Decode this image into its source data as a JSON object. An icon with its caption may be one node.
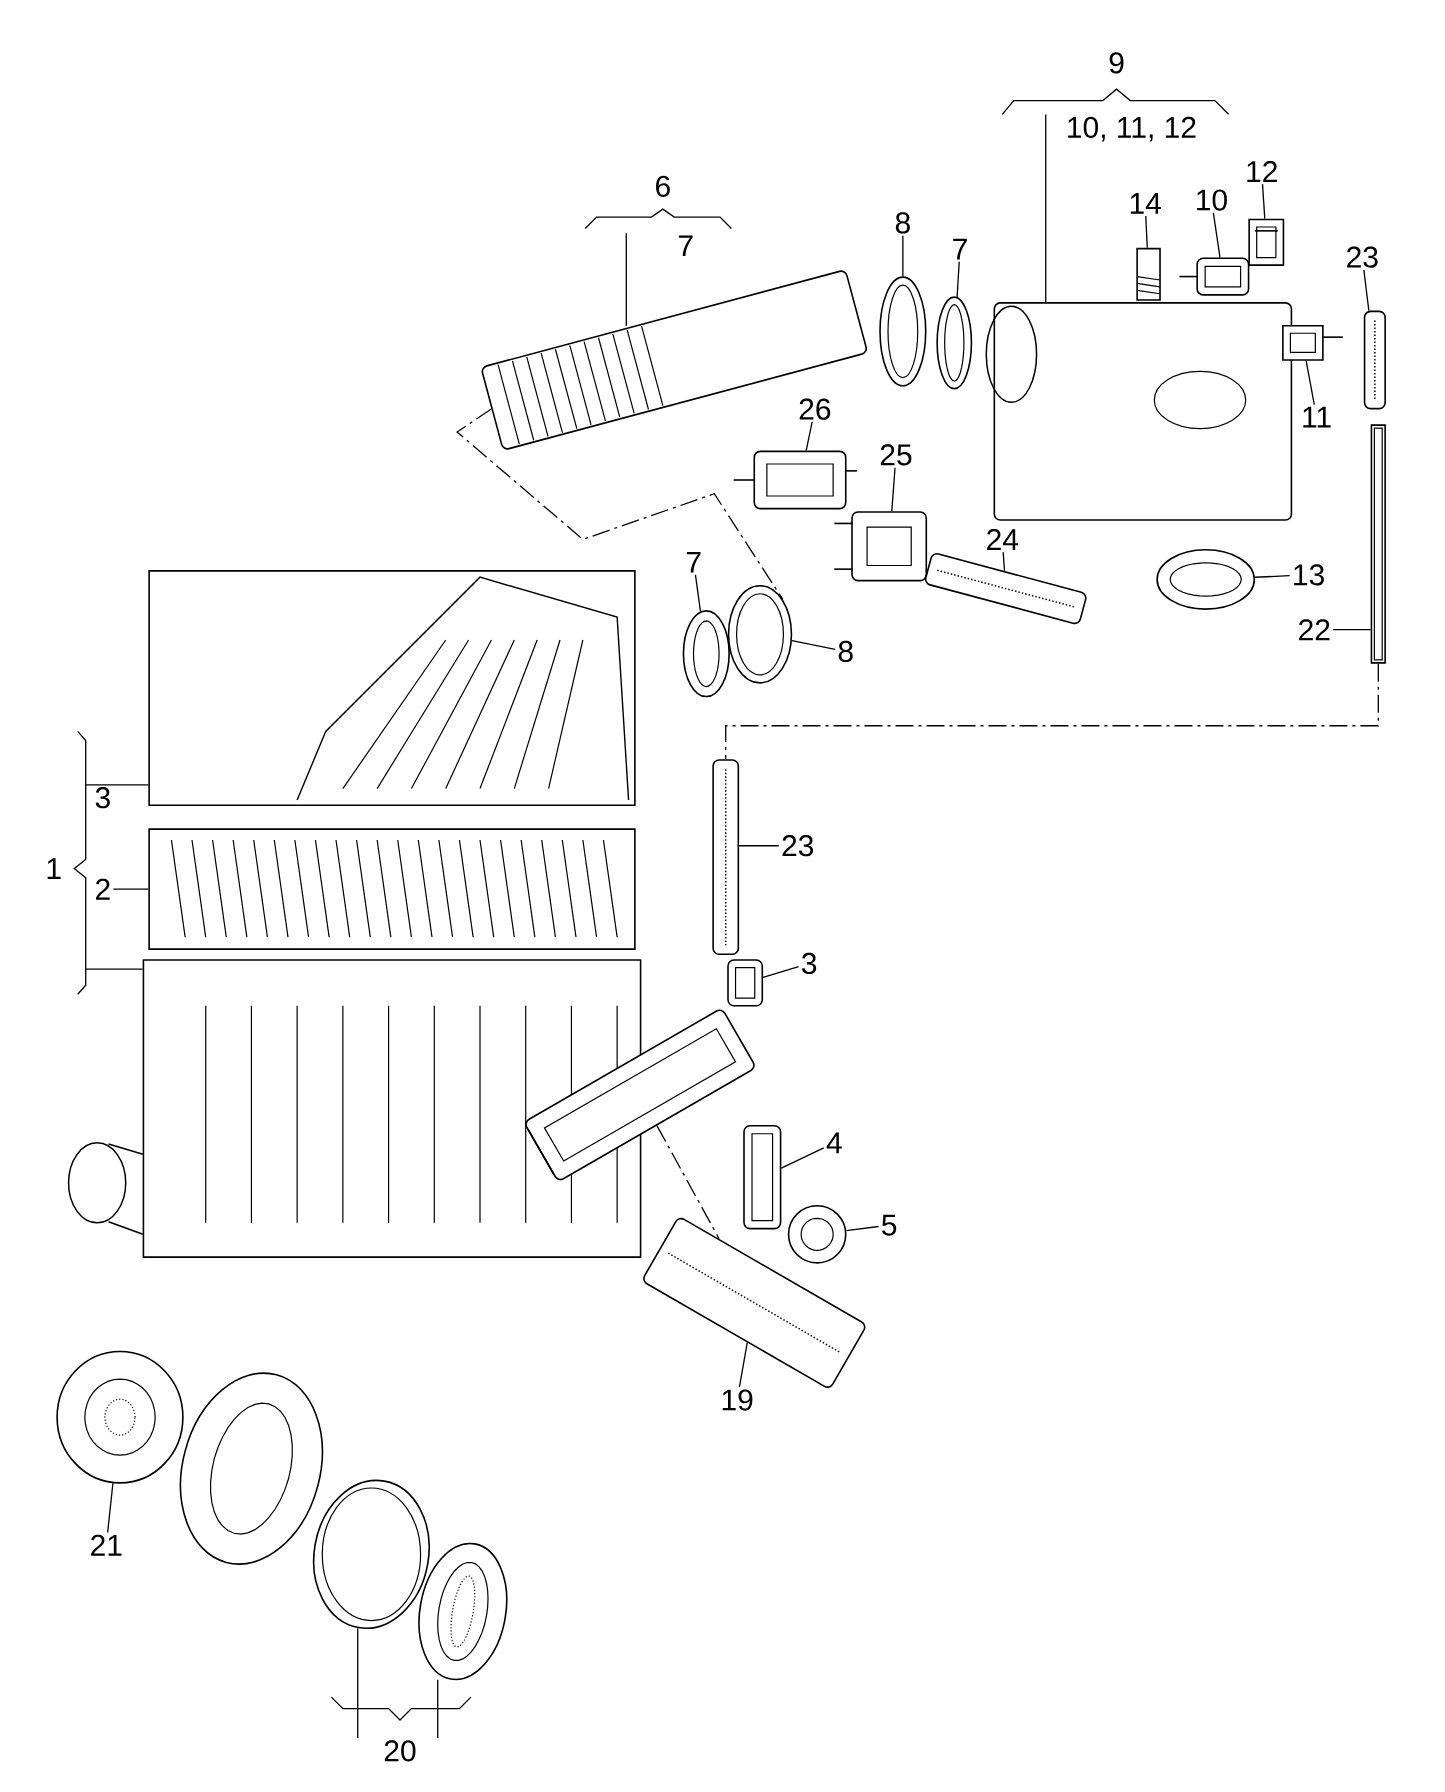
{
  "diagram": {
    "nodes": [
      {
        "text": [
          "9",
          "10, 11, 12"
        ]
      },
      {
        "text": [],
        "shape": "picture"
      },
      {
        "text": [
          "6",
          "7"
        ]
      },
      {
        "text": [],
        "shape": "picture"
      },
      {
        "text": [
          "8"
        ]
      },
      {
        "text": [],
        "shape": "picture"
      },
      {
        "text": [
          "7"
        ]
      },
      {
        "text": [],
        "shape": "picture"
      },
      {
        "text": [
          "14"
        ]
      },
      {
        "text": [],
        "shape": "picture"
      },
      {
        "text": [
          "10"
        ]
      },
      {
        "text": [],
        "shape": "picture"
      },
      {
        "text": [
          "12"
        ]
      },
      {
        "text": [],
        "shape": "picture"
      },
      {
        "text": [
          "23"
        ]
      },
      {
        "text": [],
        "shape": "picture"
      },
      {
        "text": [
          "11"
        ]
      },
      {
        "text": [],
        "shape": "picture"
      },
      {
        "text": [
          "26"
        ]
      },
      {
        "text": [],
        "shape": "picture"
      },
      {
        "text": [
          "25"
        ]
      },
      {
        "text": [],
        "shape": "picture"
      },
      {
        "text": [
          "24"
        ]
      },
      {
        "text": [],
        "shape": "picture"
      },
      {
        "text": [
          "13"
        ]
      },
      {
        "text": [],
        "shape": "picture"
      },
      {
        "text": [
          "22"
        ]
      },
      {
        "text": [],
        "shape": "picture"
      },
      {
        "text": [
          "7"
        ]
      },
      {
        "text": [],
        "shape": "picture"
      },
      {
        "text": [
          "8"
        ]
      },
      {
        "text": [],
        "shape": "picture"
      },
      {
        "text": [
          "1"
        ]
      },
      {
        "text": [
          "3"
        ]
      },
      {
        "text": [],
        "shape": "picture"
      },
      {
        "text": [
          "2"
        ]
      },
      {
        "text": [],
        "shape": "picture"
      },
      {
        "text": [],
        "shape": "picture"
      },
      {
        "text": [
          "23"
        ]
      },
      {
        "text": [],
        "shape": "picture"
      },
      {
        "text": [
          "3"
        ]
      },
      {
        "text": [],
        "shape": "picture"
      },
      {
        "text": [],
        "shape": "picture"
      },
      {
        "text": [
          "4"
        ]
      },
      {
        "text": [],
        "shape": "picture"
      },
      {
        "text": [
          "5"
        ]
      },
      {
        "text": [],
        "shape": "picture"
      },
      {
        "text": [],
        "shape": "picture"
      },
      {
        "text": [
          "19"
        ]
      },
      {
        "text": [],
        "shape": "picture"
      },
      {
        "text": [
          "21"
        ]
      },
      {
        "text": [],
        "shape": "picture"
      },
      {
        "text": [],
        "shape": "picture"
      },
      {
        "text": [],
        "shape": "picture"
      },
      {
        "text": [
          "20"
        ]
      }
    ],
    "edges": [
      {
        "from": 0,
        "to": 1,
        "arrow": "none"
      },
      {
        "from": 2,
        "to": 3,
        "arrow": "none"
      },
      {
        "from": 4,
        "to": 5,
        "arrow": "none"
      },
      {
        "from": 6,
        "to": 7,
        "arrow": "none"
      },
      {
        "from": 8,
        "to": 9,
        "arrow": "none"
      },
      {
        "from": 10,
        "to": 11,
        "arrow": "none"
      },
      {
        "from": 12,
        "to": 13,
        "arrow": "none"
      },
      {
        "from": 14,
        "to": 15,
        "arrow": "none"
      },
      {
        "from": 16,
        "to": 17,
        "arrow": "none"
      },
      {
        "from": 18,
        "to": 19,
        "arrow": "none"
      },
      {
        "from": 20,
        "to": 21,
        "arrow": "none"
      },
      {
        "from": 22,
        "to": 23,
        "arrow": "none"
      },
      {
        "from": 24,
        "to": 25,
        "arrow": "none"
      },
      {
        "from": 26,
        "to": 27,
        "arrow": "none"
      },
      {
        "from": 28,
        "to": 29,
        "arrow": "none"
      },
      {
        "from": 30,
        "to": 31,
        "arrow": "none"
      },
      {
        "from": 33,
        "to": 34,
        "arrow": "none"
      },
      {
        "from": 35,
        "to": 36,
        "arrow": "none"
      },
      {
        "from": 32,
        "to": 37,
        "arrow": "none"
      },
      {
        "from": 38,
        "to": 39,
        "arrow": "none"
      },
      {
        "from": 40,
        "to": 41,
        "arrow": "none"
      },
      {
        "from": 43,
        "to": 44,
        "arrow": "none"
      },
      {
        "from": 45,
        "to": 46,
        "arrow": "none"
      },
      {
        "from": 48,
        "to": 47,
        "arrow": "none"
      },
      {
        "from": 50,
        "to": 49,
        "arrow": "none"
      },
      {
        "from": 54,
        "to": 52,
        "arrow": "none"
      },
      {
        "from": 54,
        "to": 53,
        "arrow": "none"
      },
      {
        "from": 3,
        "to": 31,
        "arrow": "none",
        "style": "dashed"
      },
      {
        "from": 27,
        "to": 39,
        "arrow": "none",
        "style": "dashed"
      },
      {
        "from": 42,
        "to": 47,
        "arrow": "none",
        "style": "dashed"
      }
    ]
  }
}
